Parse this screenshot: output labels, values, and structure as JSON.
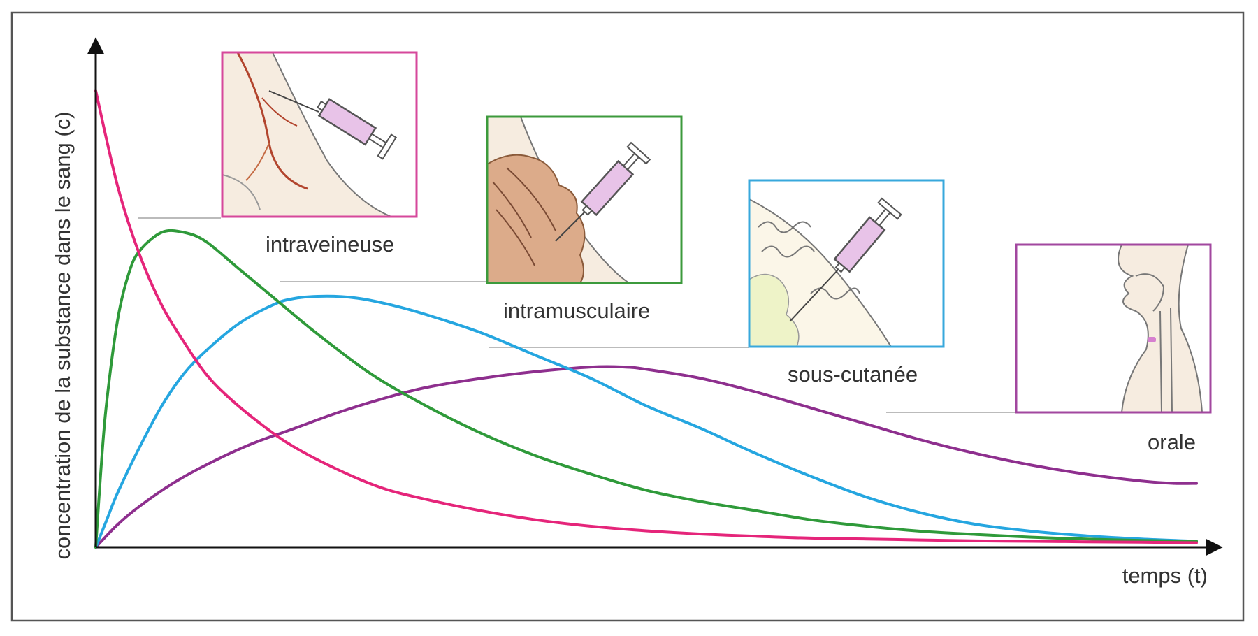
{
  "chart_data": {
    "type": "line",
    "title": "",
    "xlabel": "temps (t)",
    "ylabel": "concentration de la substance dans le sang (c)",
    "xlim": [
      0,
      100
    ],
    "ylim": [
      0,
      100
    ],
    "grid": false,
    "ticks": false,
    "legend": "inline-labels",
    "series": [
      {
        "name": "intraveineuse",
        "color": "#e5257a",
        "icon": "intravenous-injection-icon",
        "frame_color": "#d6489b",
        "x": [
          0,
          2,
          4,
          6,
          8,
          10,
          12,
          15,
          18,
          22,
          26,
          30,
          35,
          40,
          45,
          50,
          55,
          60,
          65,
          70,
          75,
          80,
          85,
          90,
          95,
          100
        ],
        "y": [
          100,
          79,
          64,
          53,
          45,
          38,
          33,
          27,
          22,
          17,
          13,
          10.5,
          8,
          6,
          4.6,
          3.6,
          2.9,
          2.4,
          2.0,
          1.8,
          1.6,
          1.4,
          1.3,
          1.2,
          1.1,
          1.0
        ]
      },
      {
        "name": "intramusculaire",
        "color": "#2f9a3a",
        "icon": "intramuscular-injection-icon",
        "frame_color": "#3c9a3c",
        "x": [
          0,
          0.5,
          1,
          2,
          3,
          4,
          6,
          8,
          10,
          13,
          16,
          20,
          25,
          30,
          35,
          40,
          45,
          50,
          55,
          60,
          65,
          70,
          75,
          80,
          85,
          90,
          95,
          100
        ],
        "y": [
          0,
          18,
          32,
          50,
          60,
          65,
          69,
          69,
          67,
          61,
          55,
          47,
          38,
          31,
          25,
          20,
          16,
          12.5,
          10,
          8,
          6,
          4.6,
          3.5,
          2.8,
          2.2,
          1.8,
          1.5,
          1.3
        ]
      },
      {
        "name": "sous-cutanée",
        "color": "#25a6e0",
        "icon": "subcutaneous-injection-icon",
        "frame_color": "#38a8dc",
        "x": [
          0,
          1,
          2,
          4,
          6,
          8,
          10,
          13,
          16,
          18,
          21,
          24,
          27,
          30,
          35,
          40,
          45,
          50,
          55,
          60,
          65,
          70,
          75,
          80,
          85,
          90,
          95,
          100
        ],
        "y": [
          0,
          6,
          12,
          22,
          31,
          38,
          43,
          49,
          53,
          54.5,
          55,
          54.5,
          53,
          51,
          47,
          42,
          37,
          31,
          26,
          20.5,
          15.5,
          11,
          7.5,
          5,
          3.5,
          2.5,
          1.8,
          1.3
        ]
      },
      {
        "name": "orale",
        "color": "#8e2f8e",
        "icon": "oral-administration-icon",
        "frame_color": "#a2479f",
        "x": [
          0,
          2,
          4,
          7,
          10,
          14,
          18,
          22,
          26,
          30,
          35,
          40,
          45,
          48,
          50,
          55,
          60,
          65,
          70,
          75,
          80,
          85,
          90,
          95,
          98,
          100
        ],
        "y": [
          0,
          5,
          9,
          14,
          18,
          22.5,
          26,
          29.5,
          32.5,
          35,
          37,
          38.5,
          39.5,
          39.5,
          39,
          37,
          34,
          30.5,
          27,
          23.5,
          20.5,
          18,
          16,
          14.5,
          14,
          14
        ]
      }
    ]
  }
}
